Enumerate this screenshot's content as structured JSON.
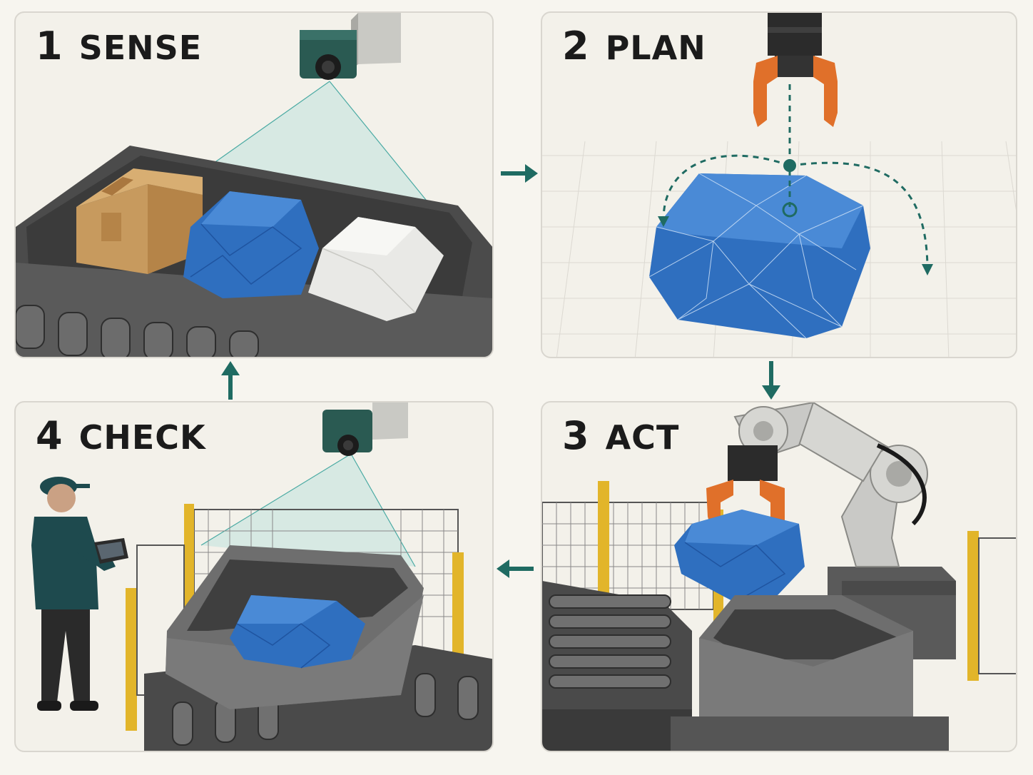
{
  "steps": [
    {
      "number": "1",
      "label": "SENSE"
    },
    {
      "number": "2",
      "label": "PLAN"
    },
    {
      "number": "3",
      "label": "ACT"
    },
    {
      "number": "4",
      "label": "CHECK"
    }
  ],
  "colors": {
    "arrow": "#1f6b62",
    "package_blue": "#2f6fbf",
    "gripper_orange": "#e0702a",
    "camera_teal": "#2a5a52",
    "fence_yellow": "#e2b52a",
    "cardboard": "#c79a5e"
  },
  "icons": [
    "camera-icon",
    "gripper-icon",
    "robot-arm-icon",
    "tablet-icon",
    "flow-arrow-icon"
  ]
}
